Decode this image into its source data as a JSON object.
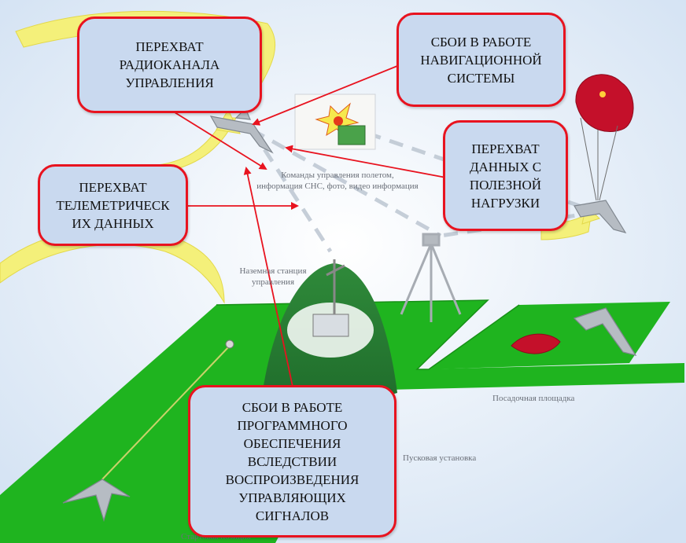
{
  "callouts": {
    "radio_channel": "ПЕРЕХВАТ\nРАДИОКАНАЛА\nУПРАВЛЕНИЯ",
    "navigation": "СБОИ В РАБОТЕ\nНАВИГАЦИОННОЙ\nСИСТЕМЫ",
    "payload": "ПЕРЕХВАТ\nДАННЫХ С\nПОЛЕЗНОЙ\nНАГРУЗКИ",
    "telemetry": "ПЕРЕХВАТ\nТЕЛЕМЕТРИЧЕСК\nИХ ДАННЫХ",
    "software": "СБОИ В РАБОТЕ\nПРОГРАММНОГО\nОБЕСПЕЧЕНИЯ\nВСЛЕДСТВИИ\nВОСПРОИЗВЕДЕНИЯ\nУПРАВЛЯЮЩИХ\nСИГНАЛОВ"
  },
  "labels": {
    "flight_commands": "Команды управления полетом,\nинформация СНС, фото, видео информация",
    "ground_station": "Наземная станция\nуправления",
    "landing_site": "Посадочная площадка",
    "launcher": "Пусковая установка",
    "start_position": "Стартовая позиция"
  },
  "colors": {
    "callout_border": "#e8131f",
    "callout_fill": "#c9d9ef",
    "ground": "#1fb41f",
    "arrow": "#e8131f",
    "signal_yellow": "#f4f07a",
    "parachute": "#c4102a"
  }
}
